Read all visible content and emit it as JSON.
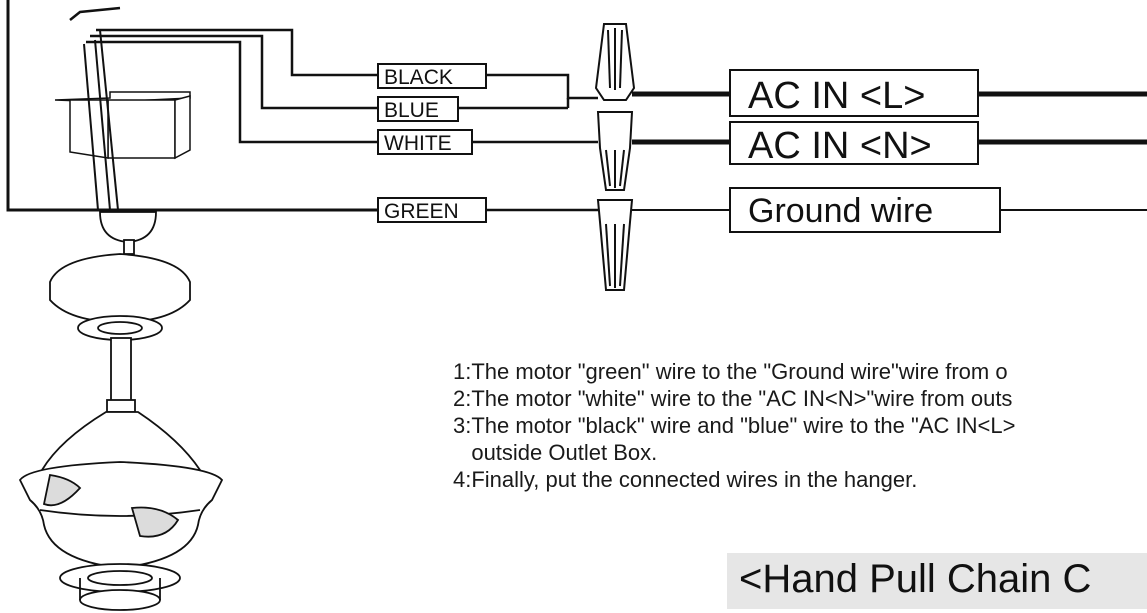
{
  "wire_labels": {
    "black": "BLACK",
    "blue": "BLUE",
    "white": "WHITE",
    "green": "GREEN"
  },
  "supply_labels": {
    "line": "AC  IN <L>",
    "neutral": "AC  IN <N>",
    "ground": "Ground wire"
  },
  "instructions": [
    "1:The motor \"green\" wire to the \"Ground wire\"wire from o",
    "2:The motor \"white\" wire to the \"AC IN<N>\"wire from outs",
    "3:The motor \"black\" wire and \"blue\" wire to the \"AC IN<L>",
    "   outside Outlet Box.",
    "4:Finally, put the connected wires in the hanger."
  ],
  "section_title": "<Hand Pull Chain C"
}
